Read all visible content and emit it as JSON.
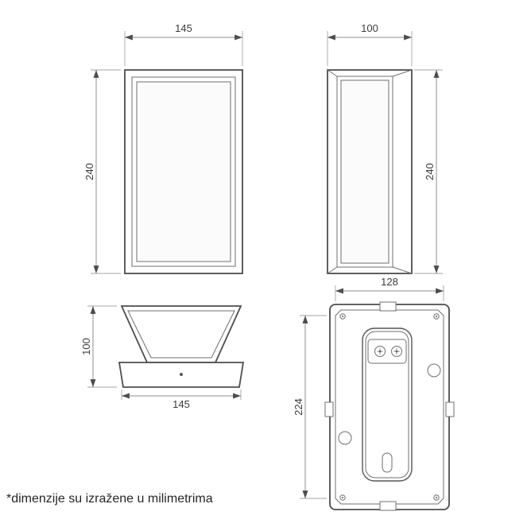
{
  "footnote": "*dimenzije su izražene u milimetrima",
  "dimensions": {
    "front_width": "145",
    "front_height": "240",
    "side_depth": "100",
    "side_height": "240",
    "top_depth": "100",
    "top_width": "145",
    "back_width": "128",
    "back_height": "224"
  }
}
